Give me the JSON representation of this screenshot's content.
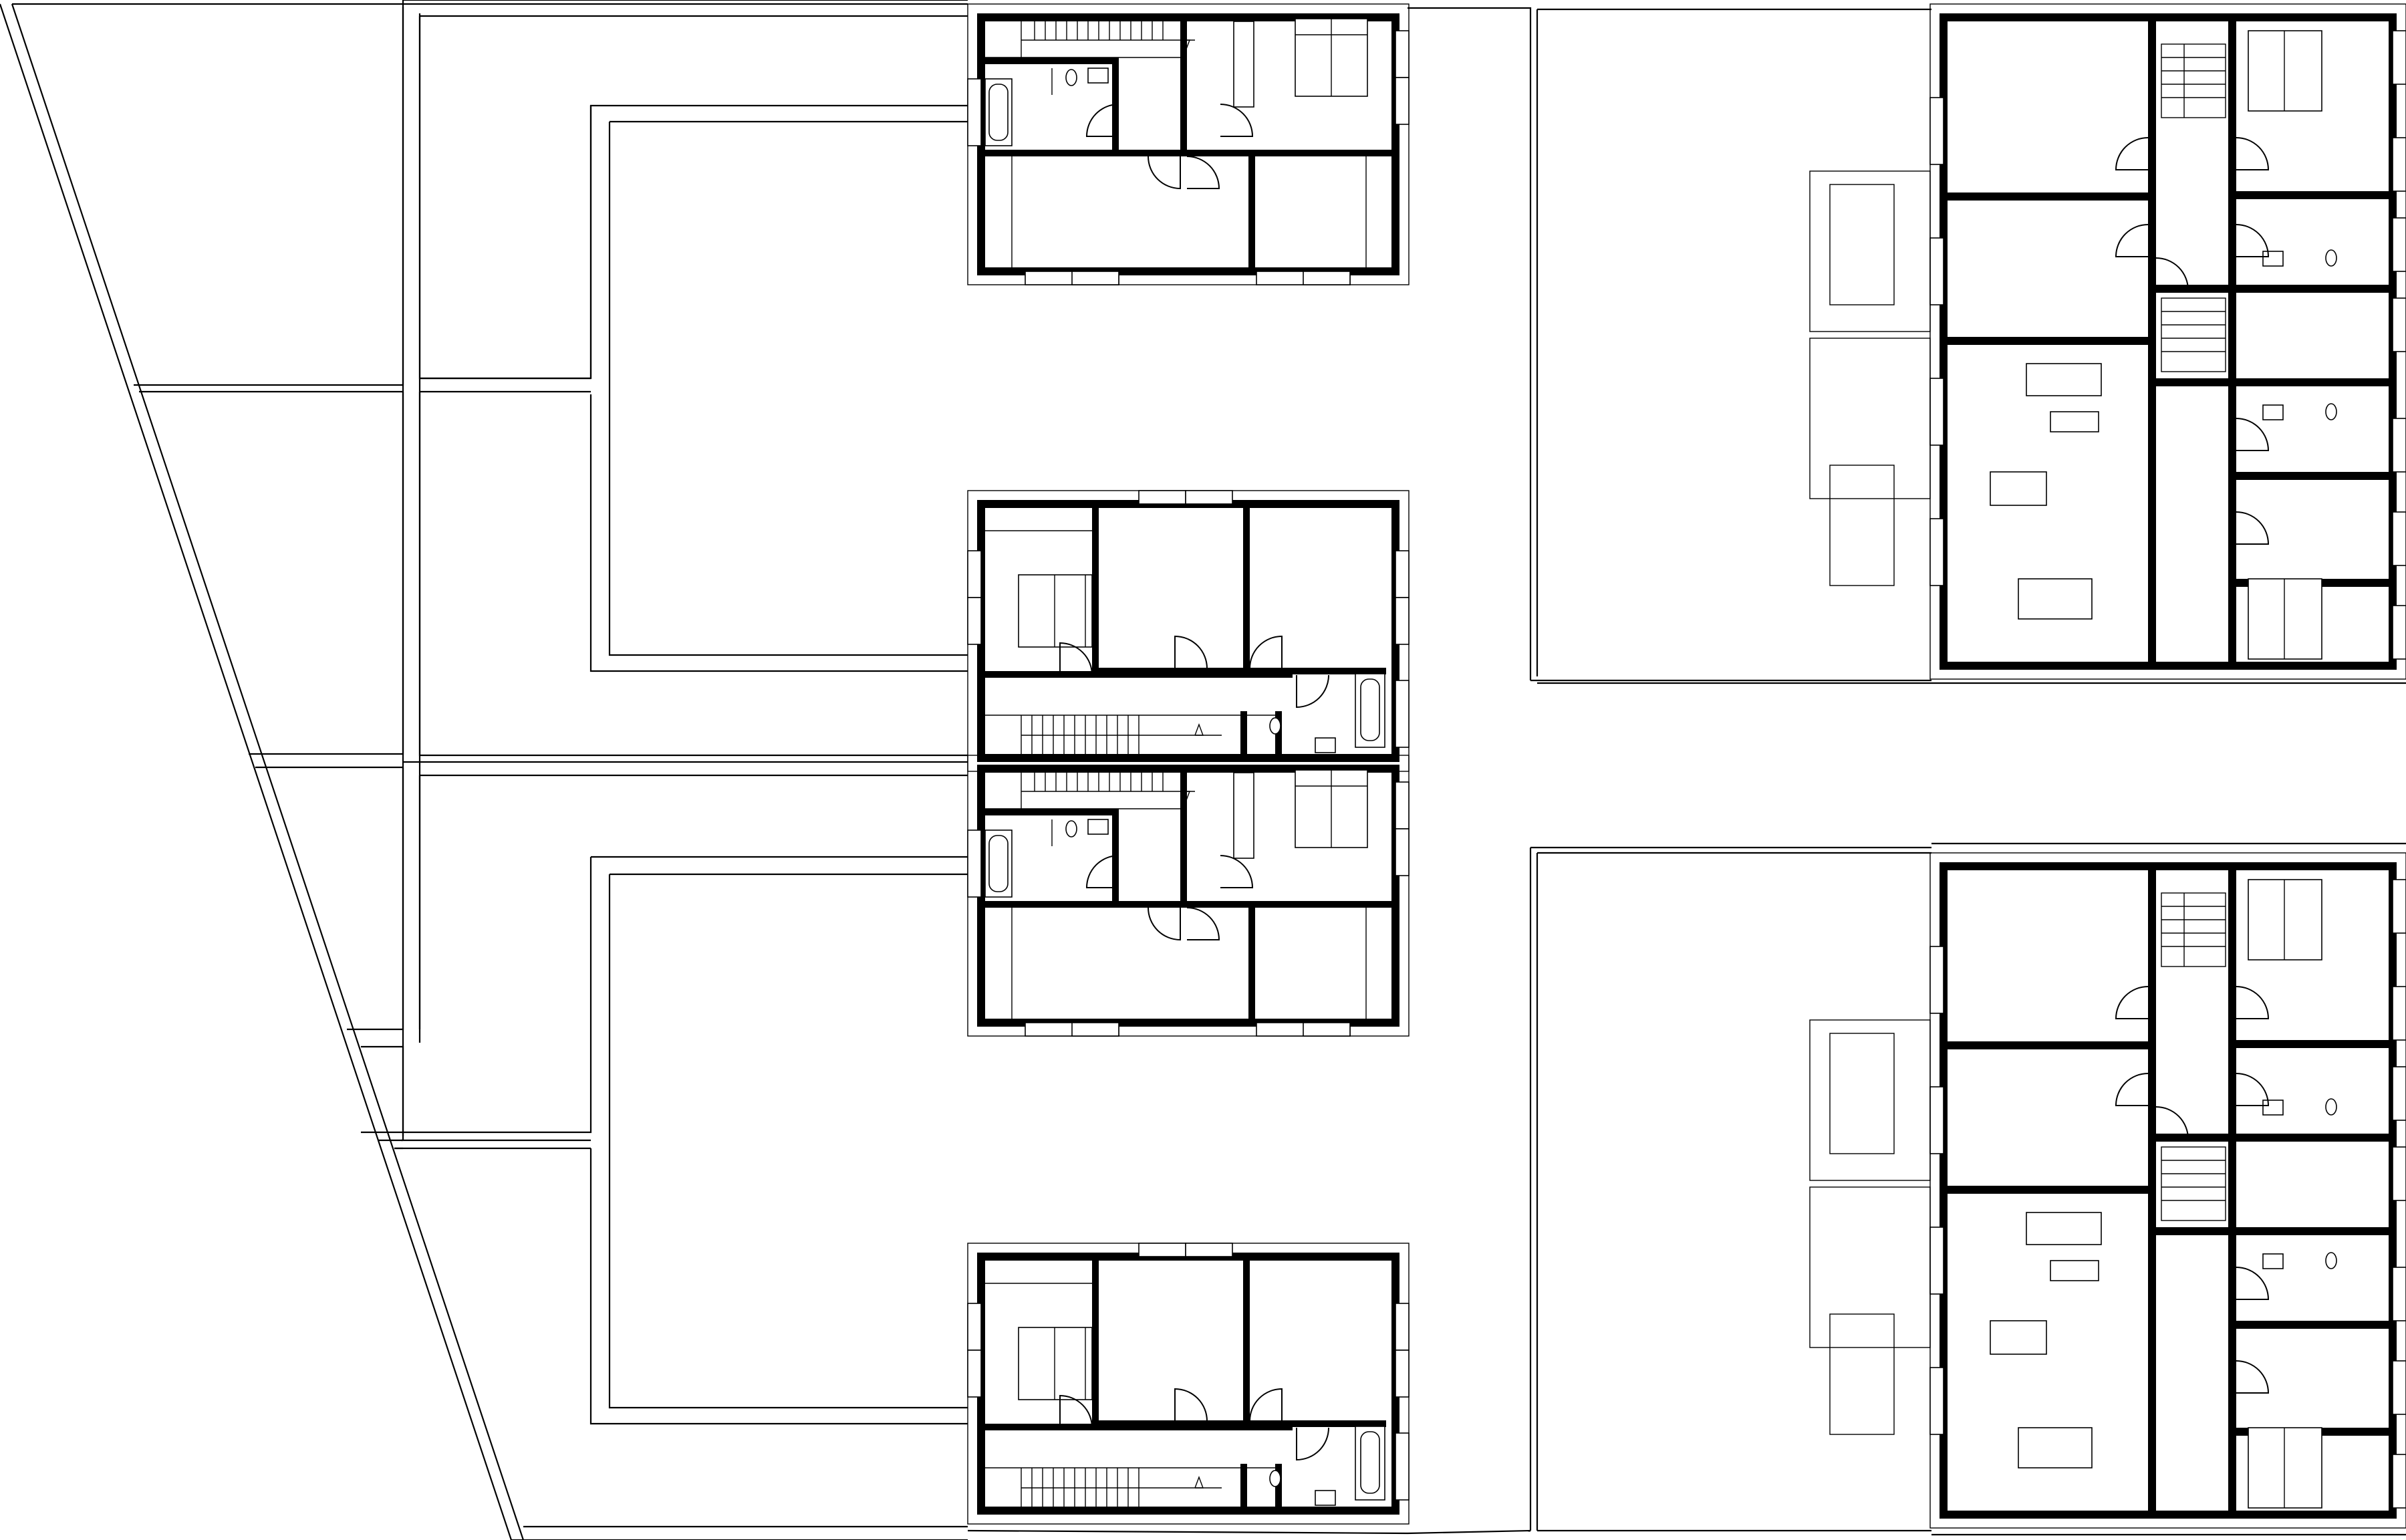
{
  "drawing": {
    "type": "architectural floor plan",
    "line_color": "#000000",
    "background_color": "#ffffff",
    "house_types": [
      {
        "id": "type-a",
        "count": 4
      },
      {
        "id": "type-b",
        "count": 2
      }
    ]
  }
}
